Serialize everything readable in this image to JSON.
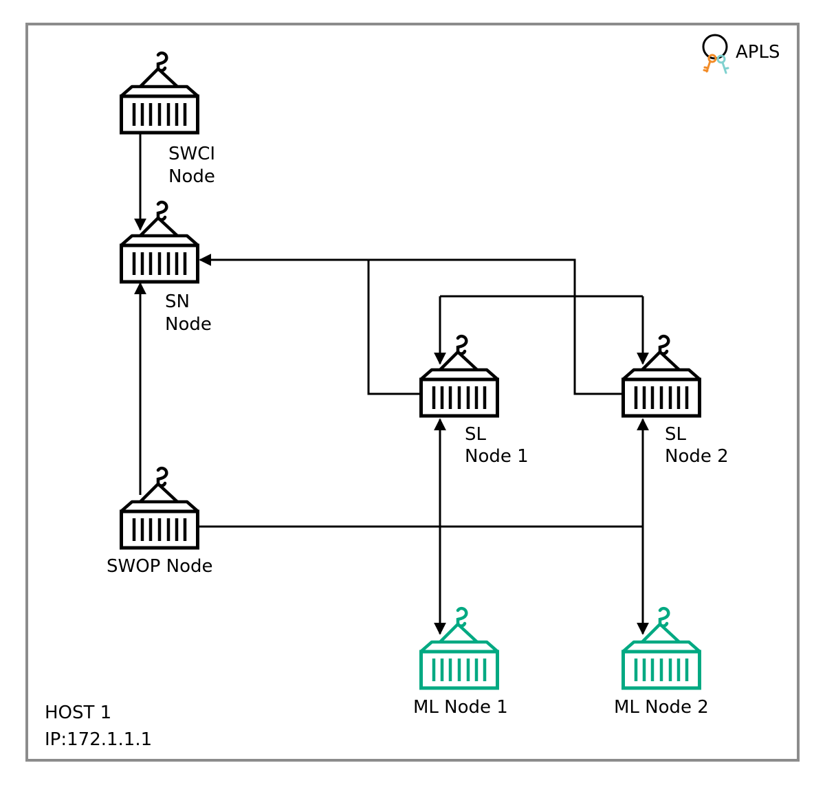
{
  "host": {
    "name": "HOST 1",
    "ip": "IP:172.1.1.1"
  },
  "license": {
    "label": "APLS",
    "icon": "license-keys-icon"
  },
  "colors": {
    "border": "#8c8c8c",
    "node": "#000000",
    "ml_node": "#01a982",
    "key_orange": "#f28c28",
    "key_teal": "#7fd1cf"
  },
  "nodes": {
    "swci": {
      "line1": "SWCI",
      "line2": "Node"
    },
    "sn": {
      "line1": "SN",
      "line2": "Node"
    },
    "sl1": {
      "line1": "SL",
      "line2": "Node 1"
    },
    "sl2": {
      "line1": "SL",
      "line2": "Node 2"
    },
    "swop": {
      "label": "SWOP Node"
    },
    "ml1": {
      "label": "ML Node 1"
    },
    "ml2": {
      "label": "ML Node 2"
    }
  }
}
